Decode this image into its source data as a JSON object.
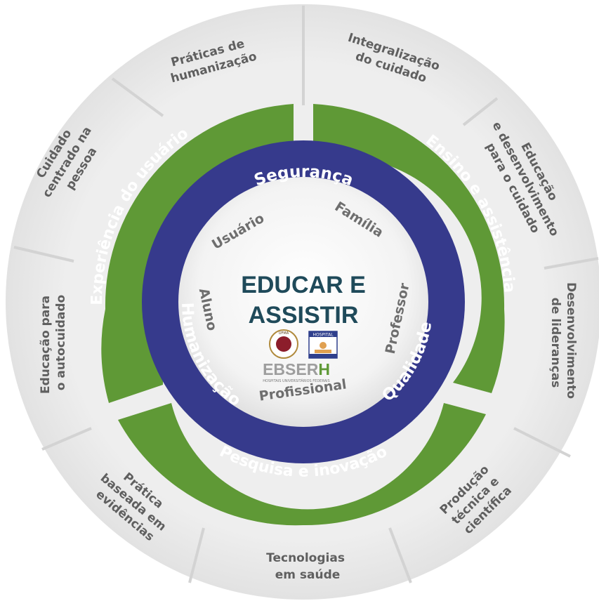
{
  "center": {
    "line1": "EDUCAR E",
    "line2": "ASSISTIR",
    "logos": {
      "ufma": "UFMA",
      "hospital": "HOSPITAL",
      "ebserh": "EBSERH",
      "ebserh_sub": "HOSPITAIS UNIVERSITÁRIOS FEDERAIS"
    }
  },
  "inner_ring": {
    "usuario": "Usuário",
    "familia": "Família",
    "aluno": "Aluno",
    "professor": "Professor",
    "profissional": "Profissional"
  },
  "blue_ring": {
    "seguranca": "Segurança",
    "humanizacao": "Humanização",
    "qualidade": "Qualidade"
  },
  "green_ring": {
    "experiencia": "Experiência do usuário",
    "ensino": "Ensino e assistência",
    "pesquisa": "Pesquisa e inovação"
  },
  "outer_ring": {
    "praticas_humanizacao": [
      "Práticas de",
      "humanização"
    ],
    "integralizacao": [
      "Integralização",
      "do cuidado"
    ],
    "educacao_desenvolvimento": [
      "Educação",
      "e desenvolvimento",
      "para o cuidado"
    ],
    "desenvolvimento_liderancas": [
      "Desenvolvimento",
      "de lideranças"
    ],
    "producao_tecnica": [
      "Produção",
      "técnica e",
      "científica"
    ],
    "tecnologias_saude": [
      "Tecnologias",
      "em saúde"
    ],
    "pratica_baseada": [
      "Prática",
      "baseada em",
      "evidências"
    ],
    "educacao_autocuidado": [
      "Educação para",
      "o autocuidado"
    ],
    "cuidado_centrado": [
      "Cuidado",
      "centrado na",
      "pessoa"
    ]
  },
  "colors": {
    "outer": "#ececec",
    "divider": "#d6d6d6",
    "green": "#5f9936",
    "blue": "#363a8c",
    "center": "#ffffff",
    "center_text": "#1f4a5a"
  }
}
